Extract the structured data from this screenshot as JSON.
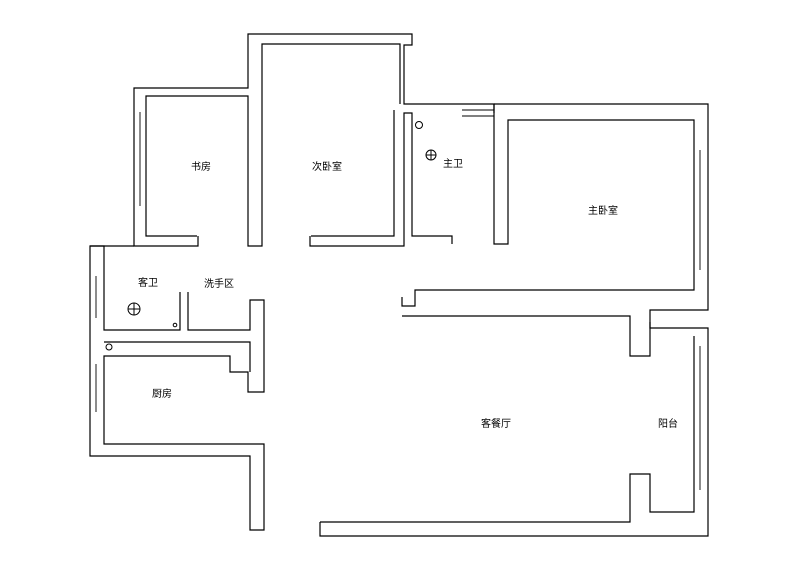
{
  "rooms": {
    "study": "书房",
    "second_bedroom": "次卧室",
    "bathroom_main": "主卫",
    "master_bedroom": "主卧室",
    "guest_bath": "客卫",
    "wash_area": "洗手区",
    "kitchen": "厨房",
    "living_dining": "客餐厅",
    "balcony": "阳台"
  },
  "icons": {
    "drain": "floor-drain-icon"
  }
}
